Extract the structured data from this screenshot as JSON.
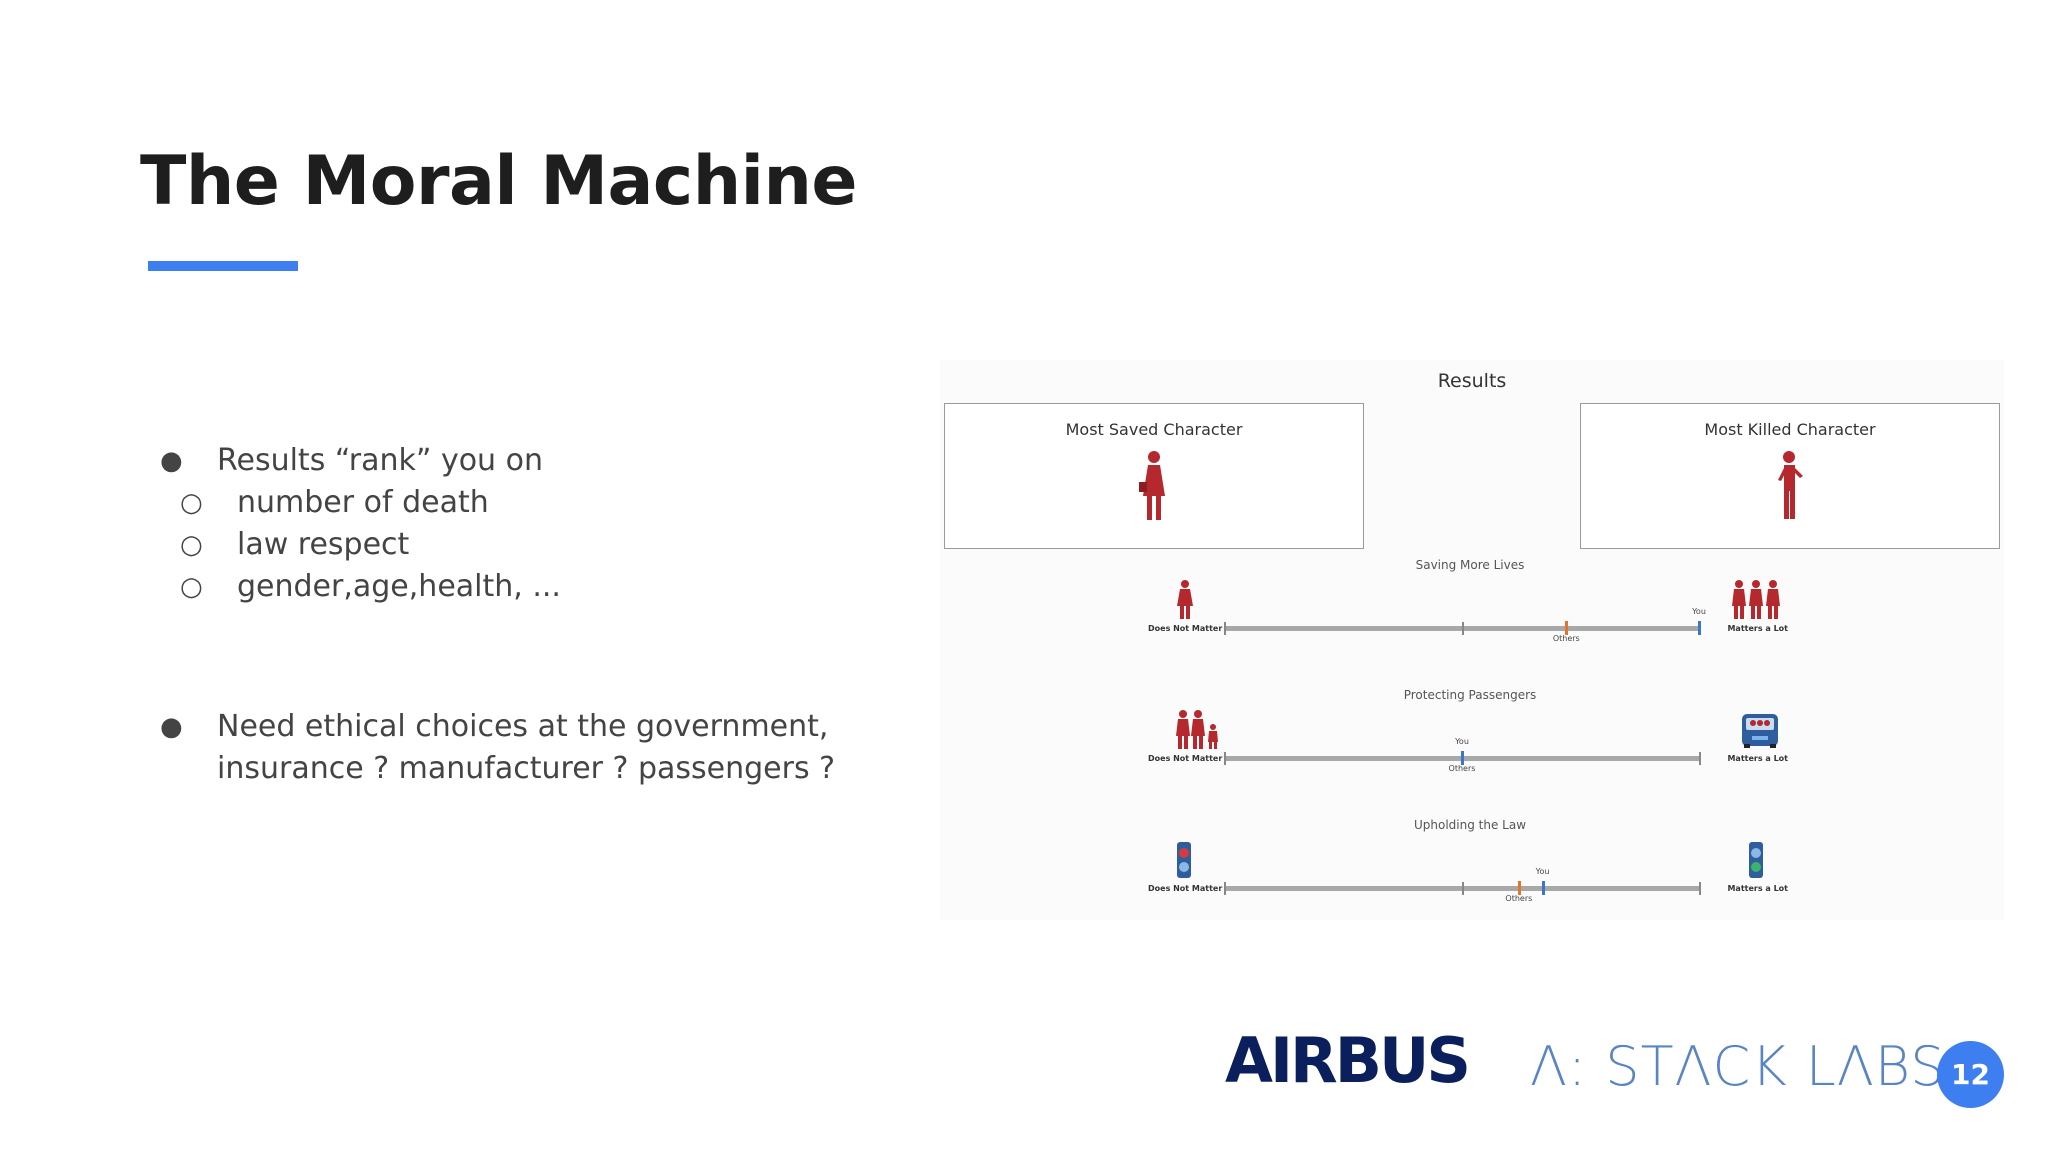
{
  "slide": {
    "title": "The Moral Machine",
    "page_number": "12",
    "accent_color": "#3d7ff0"
  },
  "bullets": {
    "first": {
      "text": "Results “rank” you on",
      "subitems": [
        "number of death",
        "law respect",
        "gender,age,health, ..."
      ]
    },
    "second": {
      "line1": "Need ethical choices at the government,",
      "line2": "insurance ?  manufacturer ? passengers ?"
    }
  },
  "results": {
    "title": "Results",
    "most_saved_title": "Most Saved Character",
    "most_killed_title": "Most Killed Character",
    "character_color": "#b5282e",
    "scales": [
      {
        "title": "Saving More Lives",
        "left_label": "Does Not Matter",
        "right_label": "Matters a Lot",
        "you_label": "You",
        "others_label": "Others",
        "you": 1.0,
        "others": 0.72
      },
      {
        "title": "Protecting Passengers",
        "left_label": "Does Not Matter",
        "right_label": "Matters a Lot",
        "you_label": "You",
        "others_label": "Others",
        "you": 0.5,
        "others": 0.5
      },
      {
        "title": "Upholding the Law",
        "left_label": "Does Not Matter",
        "right_label": "Matters a Lot",
        "you_label": "You",
        "others_label": "Others",
        "you": 0.67,
        "others": 0.62
      }
    ],
    "you_color": "#3a77c8",
    "others_color": "#e0762c"
  },
  "logos": {
    "airbus": "AIRBUS",
    "stack_labs": "Λ: STΛCK LΛBS"
  }
}
